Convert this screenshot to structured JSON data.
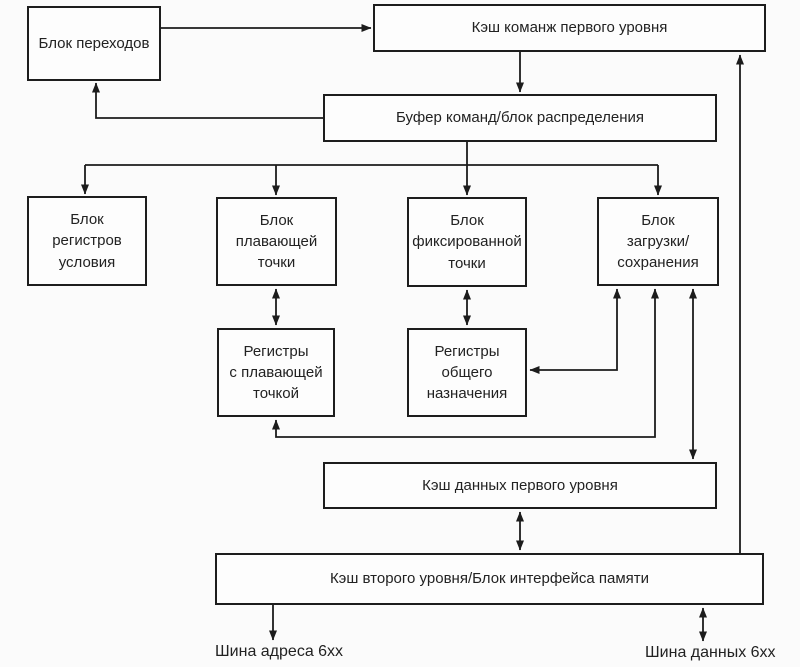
{
  "diagram": {
    "blocks": {
      "branch_unit": {
        "label": "Блок переходов"
      },
      "l1_instruction_cache": {
        "label": "Кэш команж первого уровня"
      },
      "instruction_buffer": {
        "label": "Буфер команд/блок распределения"
      },
      "condition_register_unit": {
        "label": "Блок\nрегистров\nусловия"
      },
      "floating_point_unit": {
        "label": "Блок\nплавающей\nточки"
      },
      "fixed_point_unit": {
        "label": "Блок\nфиксированной\nточки"
      },
      "load_store_unit": {
        "label": "Блок\nзагрузки/\nсохранения"
      },
      "floating_point_registers": {
        "label": "Регистры\nс плавающей\nточкой"
      },
      "general_purpose_registers": {
        "label": "Регистры\nобщего\nназначения"
      },
      "l1_data_cache": {
        "label": "Кэш данных первого уровня"
      },
      "l2_cache_memory_interface": {
        "label": "Кэш второго уровня/Блок интерфейса памяти"
      }
    },
    "bus_labels": {
      "address_bus": "Шина адреса 6xx",
      "data_bus": "Шина данных 6xx"
    },
    "colors": {
      "line": "#1c1c1c",
      "box_border": "#1d1d1d",
      "box_fill": "#fdfdfd",
      "background": "#fbfbfb"
    }
  }
}
